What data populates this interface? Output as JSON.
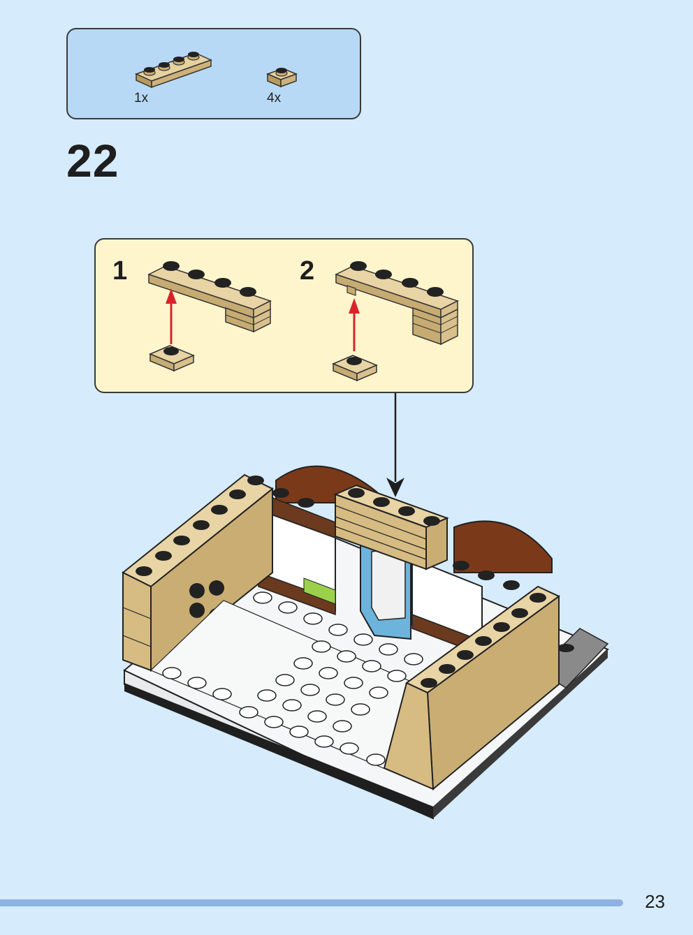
{
  "parts_callout": {
    "items": [
      {
        "qty": "1x",
        "icon": "tan-plate-1x4-icon"
      },
      {
        "qty": "4x",
        "icon": "tan-plate-1x1-icon"
      }
    ]
  },
  "step": {
    "number": "22"
  },
  "sub_steps": [
    {
      "number": "1",
      "icon": "sub-assembly-step-1-icon"
    },
    {
      "number": "2",
      "icon": "sub-assembly-step-2-icon"
    }
  ],
  "page": {
    "number": "23"
  },
  "colors": {
    "background": "#d6ebfb",
    "parts_box": "#b7d9f5",
    "sub_box": "#fff5cc",
    "tan": "#d9c08c",
    "brown": "#7a3a1a",
    "arrow_red": "#d8232a",
    "footer_bar": "#8fb2e3"
  }
}
